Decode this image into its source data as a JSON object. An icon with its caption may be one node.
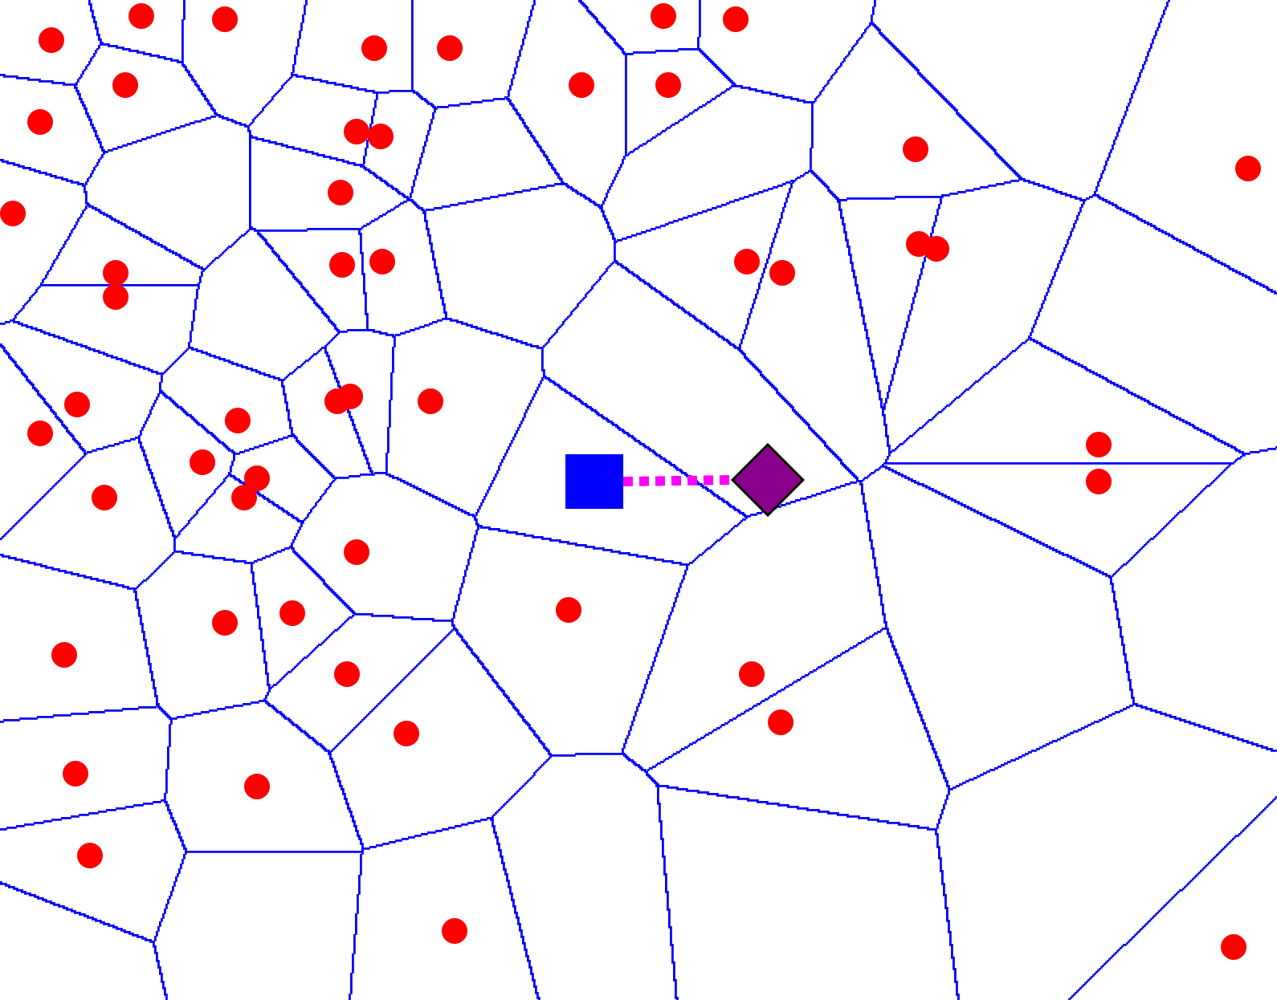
{
  "diagram": {
    "nodes": [
      {
        "text": [],
        "shape": "box"
      },
      {
        "text": [],
        "shape": "diamond"
      }
    ],
    "edges": [
      {
        "from": 0,
        "to": 1,
        "arrow": "none",
        "style": "dashed",
        "color": "#ff00ff"
      }
    ]
  }
}
